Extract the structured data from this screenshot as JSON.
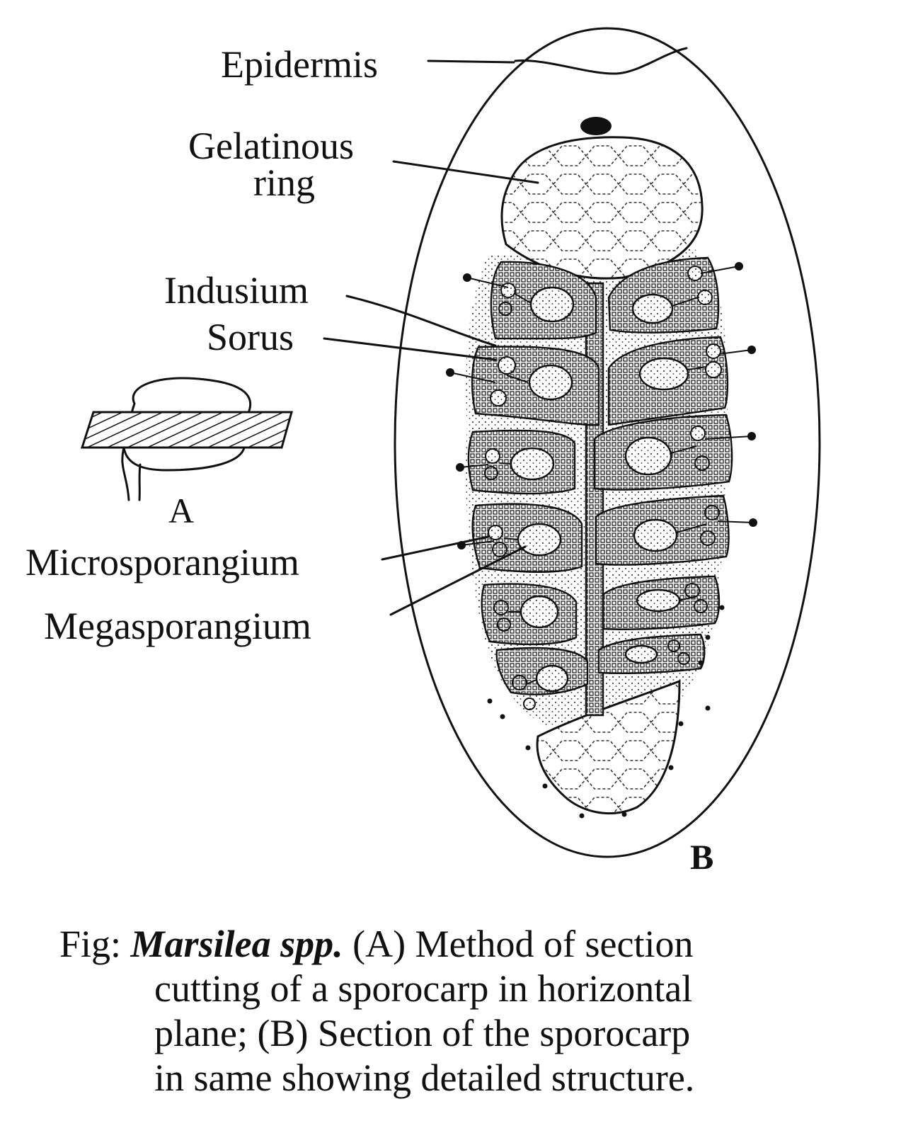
{
  "labels": {
    "epidermis": "Epidermis",
    "gelatinous_line1": "Gelatinous",
    "gelatinous_line2": "ring",
    "indusium": "Indusium",
    "sorus": "Sorus",
    "microsporangium": "Microsporangium",
    "megasporangium": "Megasporangium",
    "panel_a": "A",
    "panel_b": "B"
  },
  "caption": {
    "prefix": "Fig: ",
    "species": "Marsilea spp.",
    "line1_rest": " (A) Method of section",
    "line2": "cutting of a sporocarp in horizontal",
    "line3": "plane; (B) Section of the sporocarp",
    "line4": "in same  showing detailed structure."
  }
}
